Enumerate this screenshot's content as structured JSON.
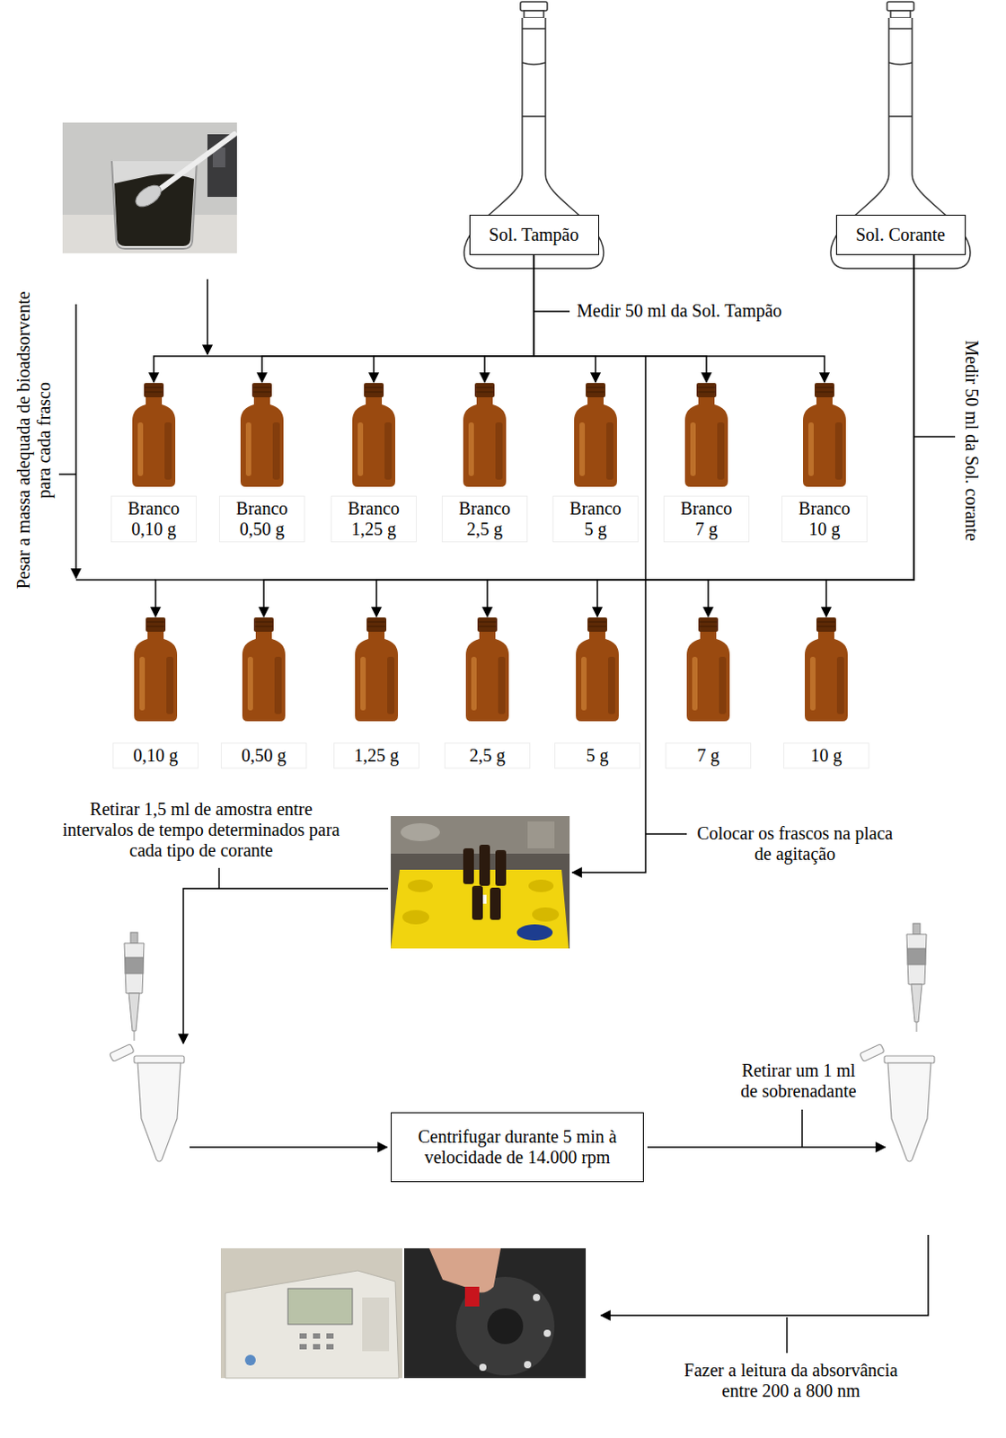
{
  "diagram": {
    "nodes": [
      {
        "text": [
          "Sol. Tampão"
        ]
      },
      {
        "text": [
          "Sol. Corante"
        ]
      },
      {
        "text": [
          "Branco",
          "0,10 g"
        ]
      },
      {
        "text": [
          "Branco",
          "0,50 g"
        ]
      },
      {
        "text": [
          "Branco",
          "1,25 g"
        ]
      },
      {
        "text": [
          "Branco",
          "2,5 g"
        ]
      },
      {
        "text": [
          "Branco",
          "5 g"
        ]
      },
      {
        "text": [
          "Branco",
          "7 g"
        ]
      },
      {
        "text": [
          "Branco",
          "10 g"
        ]
      },
      {
        "text": [
          "0,10 g"
        ]
      },
      {
        "text": [
          "0,50 g"
        ]
      },
      {
        "text": [
          "1,25 g"
        ]
      },
      {
        "text": [
          "2,5 g"
        ]
      },
      {
        "text": [
          "5 g"
        ]
      },
      {
        "text": [
          "7 g"
        ]
      },
      {
        "text": [
          "10 g"
        ]
      },
      {
        "text": [
          "Centrifugar durante 5 min à velocidade de 14.000 rpm"
        ]
      }
    ],
    "edges": [
      {
        "from": 0,
        "to": 2,
        "arrow": "to"
      },
      {
        "from": 0,
        "to": 3,
        "arrow": "to"
      },
      {
        "from": 0,
        "to": 4,
        "arrow": "to"
      },
      {
        "from": 0,
        "to": 5,
        "arrow": "to"
      },
      {
        "from": 0,
        "to": 6,
        "arrow": "to"
      },
      {
        "from": 0,
        "to": 7,
        "arrow": "to"
      },
      {
        "from": 0,
        "to": 8,
        "arrow": "to"
      },
      {
        "from": 1,
        "to": 9,
        "arrow": "to"
      },
      {
        "from": 1,
        "to": 10,
        "arrow": "to"
      },
      {
        "from": 1,
        "to": 11,
        "arrow": "to"
      },
      {
        "from": 1,
        "to": 12,
        "arrow": "to"
      },
      {
        "from": 1,
        "to": 13,
        "arrow": "to"
      },
      {
        "from": 1,
        "to": 14,
        "arrow": "to"
      },
      {
        "from": 1,
        "to": 15,
        "arrow": "to"
      }
    ],
    "labels": [
      "Medir 50 ml da Sol. Tampão",
      "Pesar a massa adequada de bioadsorvente para cada frasco",
      "Medir 50 ml da Sol. corante",
      "Retirar 1,5 ml de amostra entre intervalos de tempo determinados para cada tipo de corante",
      "Colocar os frascos na placa de agitação",
      "Retirar um 1 ml de sobrenadante",
      "Fazer a leitura da absorvância entre 200 a 800 nm"
    ]
  }
}
